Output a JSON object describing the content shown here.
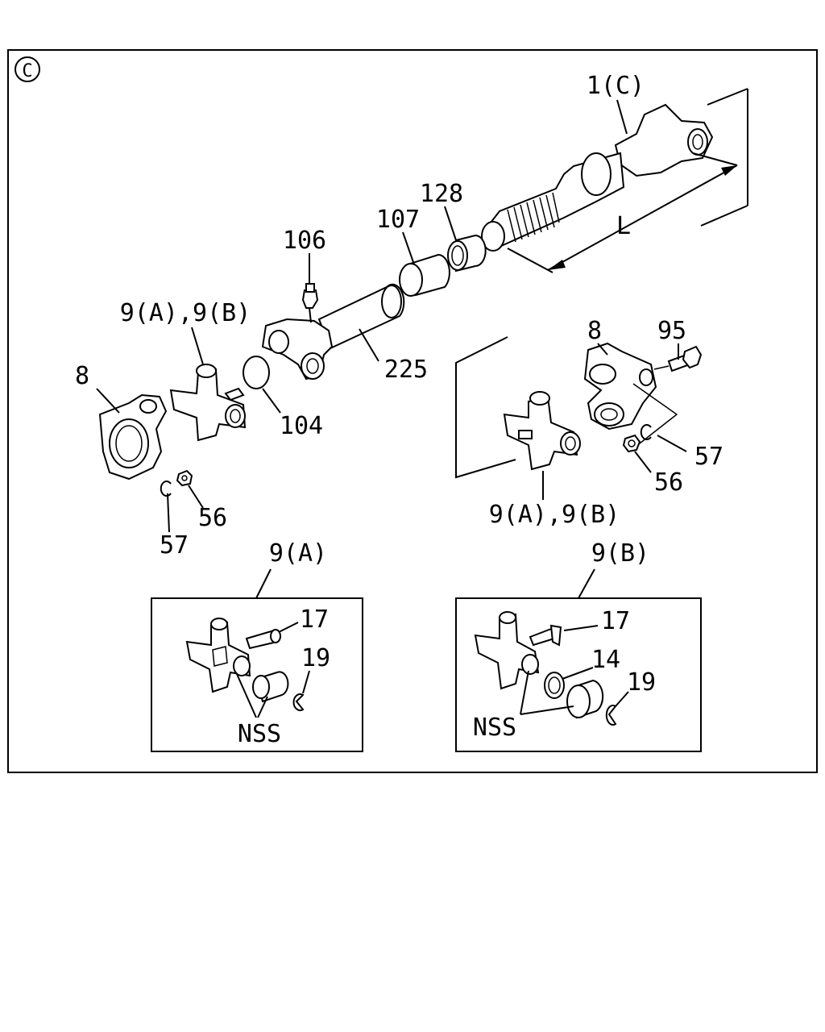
{
  "diagram": {
    "section_mark": "C",
    "labels": {
      "l_1c": "1(C)",
      "l_L": "L",
      "l_128": "128",
      "l_107": "107",
      "l_106": "106",
      "l_225": "225",
      "l_104": "104",
      "l_9ab_left": "9(A),9(B)",
      "l_8_left": "8",
      "l_57_left": "57",
      "l_56_left": "56",
      "l_8_right": "8",
      "l_95": "95",
      "l_57_right": "57",
      "l_56_right": "56",
      "l_9ab_right": "9(A),9(B)",
      "l_9a": "9(A)",
      "l_9b": "9(B)",
      "l_17_a": "17",
      "l_19_a": "19",
      "l_nss_a": "NSS",
      "l_17_b": "17",
      "l_14_b": "14",
      "l_19_b": "19",
      "l_nss_b": "NSS"
    }
  }
}
